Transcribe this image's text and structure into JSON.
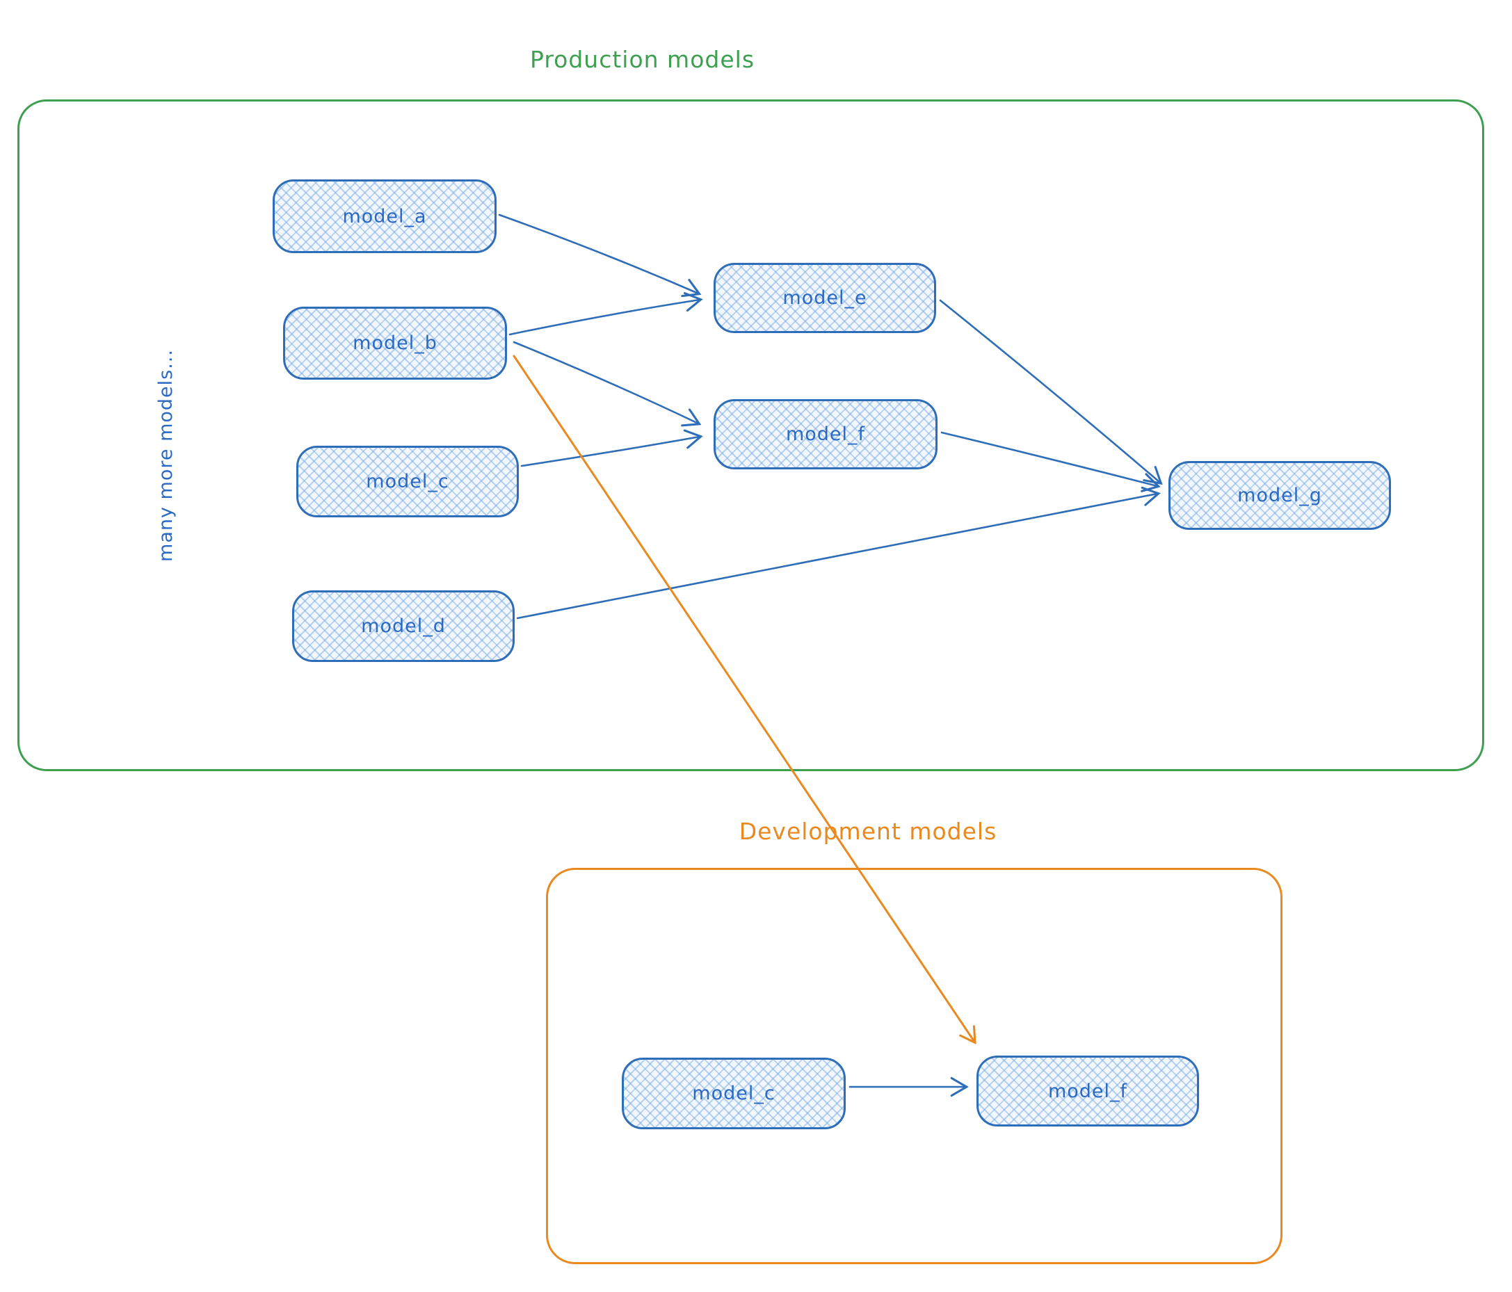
{
  "diagram": {
    "colors": {
      "blue_stroke": "#2e6db8",
      "blue_text": "#2a6ac4",
      "blue_fill": "#f2f7fd",
      "green": "#3da050",
      "orange": "#e9891e"
    },
    "production": {
      "title": "Production models",
      "side_note": "many more models...",
      "nodes": [
        {
          "id": "model_a",
          "label": "model_a"
        },
        {
          "id": "model_b",
          "label": "model_b"
        },
        {
          "id": "model_c",
          "label": "model_c"
        },
        {
          "id": "model_d",
          "label": "model_d"
        },
        {
          "id": "model_e",
          "label": "model_e"
        },
        {
          "id": "model_f",
          "label": "model_f"
        },
        {
          "id": "model_g",
          "label": "model_g"
        }
      ],
      "edges": [
        {
          "from": "model_a",
          "to": "model_e"
        },
        {
          "from": "model_b",
          "to": "model_e"
        },
        {
          "from": "model_b",
          "to": "model_f"
        },
        {
          "from": "model_c",
          "to": "model_f"
        },
        {
          "from": "model_e",
          "to": "model_g"
        },
        {
          "from": "model_f",
          "to": "model_g"
        },
        {
          "from": "model_d",
          "to": "model_g"
        }
      ]
    },
    "development": {
      "title": "Development models",
      "nodes": [
        {
          "id": "dev_model_c",
          "label": "model_c"
        },
        {
          "id": "dev_model_f",
          "label": "model_f"
        }
      ],
      "edges": [
        {
          "from": "dev_model_c",
          "to": "dev_model_f"
        }
      ]
    },
    "cross_edges": [
      {
        "from": "model_b",
        "to": "dev_model_f",
        "color": "orange"
      }
    ]
  }
}
